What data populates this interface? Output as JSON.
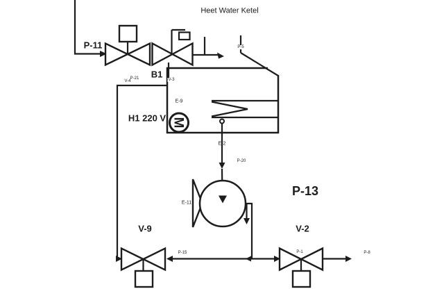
{
  "title": "Heet Water Ketel",
  "colors": {
    "line": "#1c1c1c",
    "background": "#ffffff"
  },
  "labels": {
    "p11": "P-11",
    "b1": "B1",
    "v4": "V-4",
    "p21": "P-21",
    "v3": "V-3",
    "e9": "E-9",
    "h1": "H1 220 V",
    "p5": "P-5",
    "e2": "E-2",
    "p20": "P-20",
    "e11": "E-11",
    "p13": "P-13",
    "v9": "V-9",
    "v2": "V-2",
    "p15": "P-15",
    "p1": "P-1",
    "p8": "P-8",
    "motor": "M"
  }
}
